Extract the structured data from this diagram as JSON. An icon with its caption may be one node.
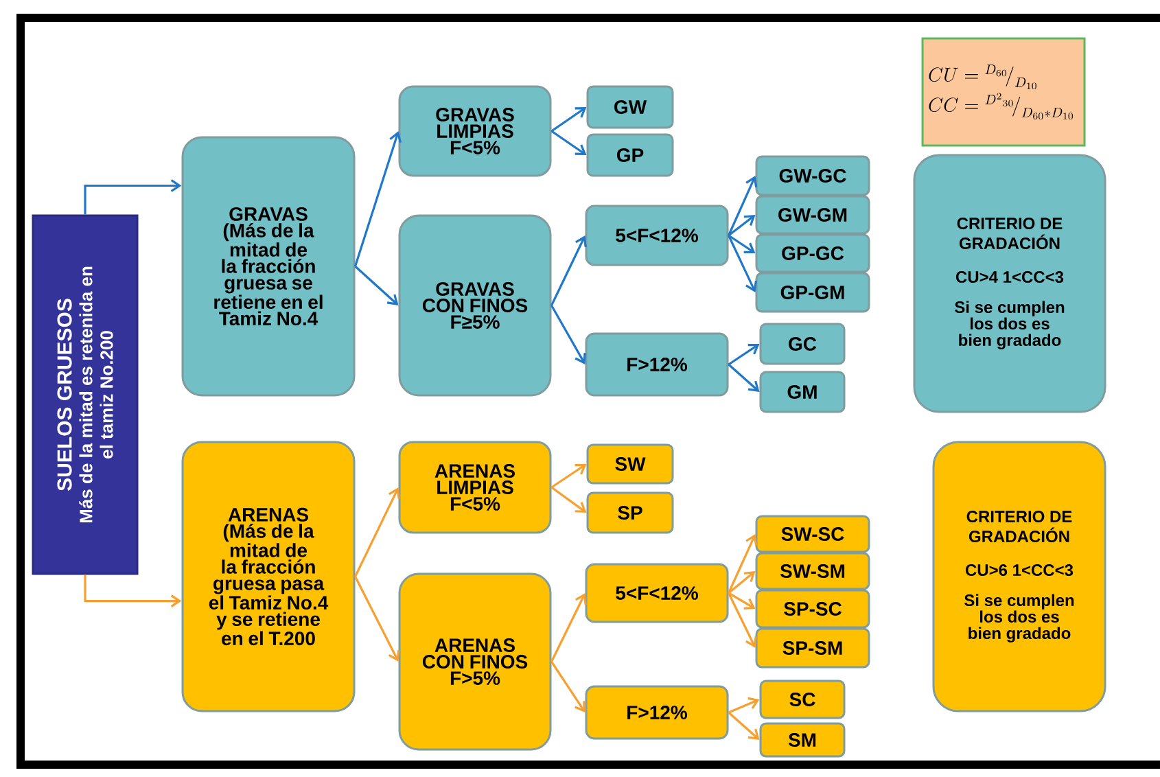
{
  "diagram": {
    "nodes": [
      {
        "text": [
          "SUELOS GRUESOS",
          "Más de la mitad es retenida en el tamiz No.200"
        ]
      },
      {
        "text": [
          "GRAVAS",
          "(Más de la mitad de la fracción gruesa se retiene en el Tamiz No.4"
        ]
      },
      {
        "text": [
          "GRAVAS LIMPIAS F<5%"
        ]
      },
      {
        "text": [
          "GW"
        ]
      },
      {
        "text": [
          "GP"
        ]
      },
      {
        "text": [
          "GRAVAS CON FINOS F≥5%"
        ]
      },
      {
        "text": [
          "5<F<12%"
        ]
      },
      {
        "text": [
          "GW-GC"
        ]
      },
      {
        "text": [
          "GW-GM"
        ]
      },
      {
        "text": [
          "GP-GC"
        ]
      },
      {
        "text": [
          "GP-GM"
        ]
      },
      {
        "text": [
          "F>12%"
        ]
      },
      {
        "text": [
          "GC"
        ]
      },
      {
        "text": [
          "GM"
        ]
      },
      {
        "text": [
          "ARENAS",
          "(Más de la mitad de la fracción gruesa pasa el Tamiz No.4 y se retiene en el T.200"
        ]
      },
      {
        "text": [
          "ARENAS LIMPIAS F<5%"
        ]
      },
      {
        "text": [
          "SW"
        ]
      },
      {
        "text": [
          "SP"
        ]
      },
      {
        "text": [
          "ARENAS CON FINOS F>5%"
        ]
      },
      {
        "text": [
          "5<F<12%"
        ]
      },
      {
        "text": [
          "SW-SC"
        ]
      },
      {
        "text": [
          "SW-SM"
        ]
      },
      {
        "text": [
          "SP-SC"
        ]
      },
      {
        "text": [
          "SP-SM"
        ]
      },
      {
        "text": [
          "F>12%"
        ]
      },
      {
        "text": [
          "SC"
        ]
      },
      {
        "text": [
          "SM"
        ]
      },
      {
        "text": [
          "CU={}^{D_{60}}\\!\\big/_{D_{10}}",
          "CC={}^{D^{2}{}_{30}}\\!\\big/_{D_{60}*D_{10}}"
        ]
      },
      {
        "text": [
          "CRITERIO DE GRADACIÓN",
          "CU>4 1<CC<3",
          "Si se cumplen los dos es bien gradado"
        ]
      },
      {
        "text": [
          "CRITERIO DE GRADACIÓN",
          "CU>6 1<CC<3",
          "Si se cumplen los dos es bien gradado"
        ]
      }
    ],
    "edges": [
      {
        "from": 0,
        "to": 1,
        "arrow": "to"
      },
      {
        "from": 1,
        "to": 2,
        "arrow": "to"
      },
      {
        "from": 1,
        "to": 5,
        "arrow": "to"
      },
      {
        "from": 2,
        "to": 3,
        "arrow": "to"
      },
      {
        "from": 2,
        "to": 4,
        "arrow": "to"
      },
      {
        "from": 5,
        "to": 6,
        "arrow": "to"
      },
      {
        "from": 5,
        "to": 11,
        "arrow": "to"
      },
      {
        "from": 6,
        "to": 7,
        "arrow": "to"
      },
      {
        "from": 6,
        "to": 8,
        "arrow": "to"
      },
      {
        "from": 6,
        "to": 9,
        "arrow": "to"
      },
      {
        "from": 6,
        "to": 10,
        "arrow": "to"
      },
      {
        "from": 11,
        "to": 12,
        "arrow": "to"
      },
      {
        "from": 11,
        "to": 13,
        "arrow": "to"
      },
      {
        "from": 0,
        "to": 14,
        "arrow": "to",
        "color": "#f7a030"
      },
      {
        "from": 14,
        "to": 15,
        "arrow": "to",
        "color": "#f7a030"
      },
      {
        "from": 14,
        "to": 18,
        "arrow": "to",
        "color": "#f7a030"
      },
      {
        "from": 15,
        "to": 16,
        "arrow": "to",
        "color": "#f7a030"
      },
      {
        "from": 15,
        "to": 17,
        "arrow": "to",
        "color": "#f7a030"
      },
      {
        "from": 18,
        "to": 19,
        "arrow": "to",
        "color": "#f7a030"
      },
      {
        "from": 18,
        "to": 24,
        "arrow": "to",
        "color": "#f7a030"
      },
      {
        "from": 19,
        "to": 20,
        "arrow": "to",
        "color": "#f7a030"
      },
      {
        "from": 19,
        "to": 21,
        "arrow": "to",
        "color": "#f7a030"
      },
      {
        "from": 19,
        "to": 22,
        "arrow": "to",
        "color": "#f7a030"
      },
      {
        "from": 19,
        "to": 23,
        "arrow": "to",
        "color": "#f7a030"
      },
      {
        "from": 24,
        "to": 25,
        "arrow": "to",
        "color": "#f7a030"
      },
      {
        "from": 24,
        "to": 26,
        "arrow": "to",
        "color": "#f7a030"
      }
    ]
  }
}
